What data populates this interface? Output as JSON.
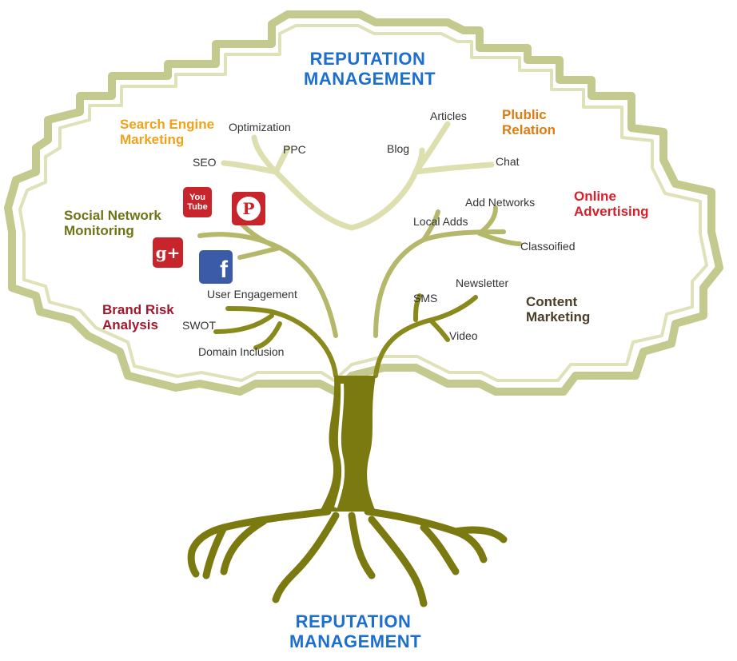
{
  "title_top": [
    "REPUTATION",
    "MANAGEMENT"
  ],
  "title_bottom": [
    "REPUTATION",
    "MANAGEMENT"
  ],
  "colors": {
    "title": "#1c6fd1",
    "cloud": "#c4c98e",
    "trunk": "#7a7a10",
    "branch": "#d8dcaa"
  },
  "categories": {
    "search_engine_marketing": [
      "Search Engine",
      "Marketing"
    ],
    "social_network_monitoring": [
      "Social Network",
      "Monitoring"
    ],
    "brand_risk_analysis": [
      "Brand Risk",
      "Analysis"
    ],
    "public_relation": [
      "Plublic",
      "Relation"
    ],
    "online_advertising": [
      "Online",
      "Advertising"
    ],
    "content_marketing": [
      "Content",
      "Marketing"
    ]
  },
  "items": {
    "optimization": "Optimization",
    "ppc": "PPC",
    "seo": "SEO",
    "articles": "Articles",
    "blog": "Blog",
    "chat": "Chat",
    "add_networks": "Add Networks",
    "local_adds": "Local  Adds",
    "classoified": "Classoified",
    "user_engagement": "User Engagement",
    "swot": "SWOT",
    "domain_inclusion": "Domain Inclusion",
    "newsletter": "Newsletter",
    "sms": "SMS",
    "video": "Video"
  },
  "icons": {
    "youtube": [
      "You",
      "Tube"
    ],
    "pinterest": "P",
    "google_plus": "g+",
    "facebook": "f"
  }
}
